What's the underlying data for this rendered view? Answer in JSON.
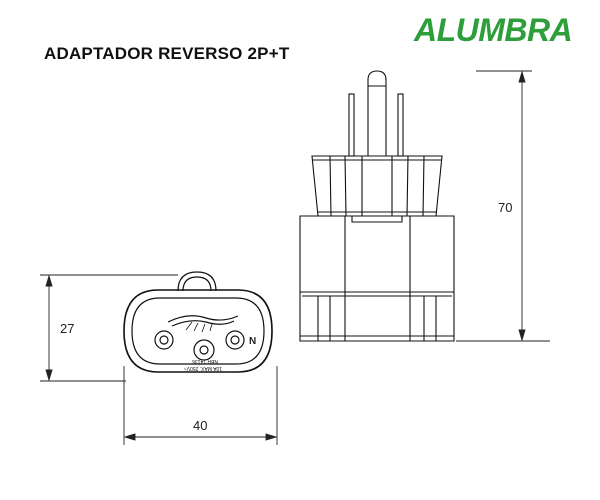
{
  "title": "ADAPTADOR REVERSO 2P+T",
  "brand": {
    "name": "ALUMBRA",
    "color": "#2e9e3a"
  },
  "dimensions": {
    "width": "40",
    "height": "27",
    "length": "70"
  },
  "face_markings": {
    "polarity": "N",
    "rating_line1": "10A MAX. 250V~",
    "rating_line2": "NBR 14136"
  },
  "colors": {
    "line": "#111111",
    "dimension": "#222222"
  }
}
